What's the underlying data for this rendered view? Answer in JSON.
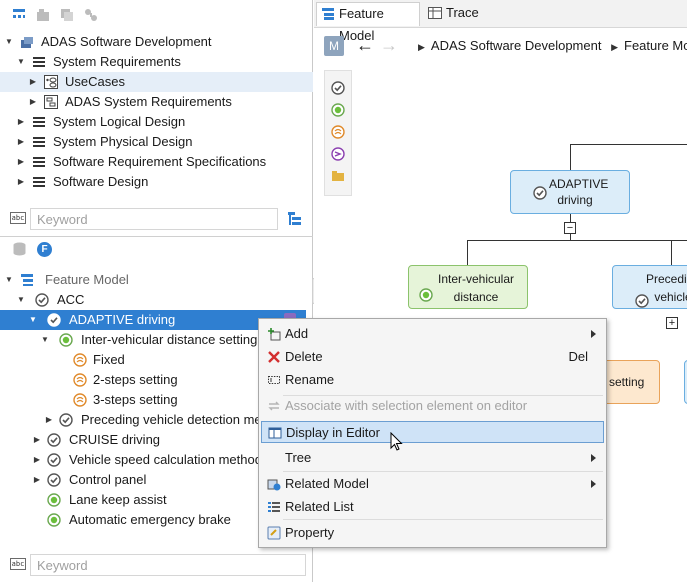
{
  "left_top_tree": {
    "root": "ADAS Software Development",
    "items": [
      {
        "label": "System Requirements"
      },
      {
        "label": "UseCases"
      },
      {
        "label": "ADAS System Requirements"
      },
      {
        "label": "System Logical Design"
      },
      {
        "label": "System Physical Design"
      },
      {
        "label": "Software Requirement Specifications"
      },
      {
        "label": "Software Design"
      }
    ]
  },
  "search_top": {
    "placeholder": "Keyword"
  },
  "left_bottom_tree": {
    "badge": "F",
    "root": "Feature Model",
    "items": [
      {
        "label": "ACC"
      },
      {
        "label": "ADAPTIVE driving"
      },
      {
        "label": "Inter-vehicular distance setting"
      },
      {
        "label": "Fixed"
      },
      {
        "label": "2-steps setting"
      },
      {
        "label": "3-steps setting"
      },
      {
        "label": "Preceding vehicle detection method"
      },
      {
        "label": "CRUISE driving"
      },
      {
        "label": "Vehicle speed calculation method"
      },
      {
        "label": "Control panel"
      },
      {
        "label": "Lane keep assist"
      },
      {
        "label": "Automatic emergency brake"
      }
    ]
  },
  "search_bottom": {
    "placeholder": "Keyword"
  },
  "editor": {
    "tabs": [
      {
        "label": "Feature Model"
      },
      {
        "label": "Trace"
      }
    ],
    "m_button": "M",
    "breadcrumb": [
      "ADAS Software Development",
      "Feature Mo"
    ],
    "nodes": {
      "adaptive": "ADAPTIVE driving",
      "inter": "Inter-vehicular distance setting",
      "preceding": "Preceding vehicle detection",
      "setting": "setting"
    }
  },
  "context_menu": {
    "items": [
      {
        "label": "Add"
      },
      {
        "label": "Delete",
        "shortcut": "Del"
      },
      {
        "label": "Rename"
      },
      {
        "label": "Associate with selection element on editor"
      },
      {
        "label": "Display in Editor"
      },
      {
        "label": "Tree"
      },
      {
        "label": "Related Model"
      },
      {
        "label": "Related List"
      },
      {
        "label": "Property"
      }
    ]
  },
  "colors": {
    "selection": "#2f7fd1",
    "menu_highlight": "#cfe3f7",
    "node_blue": "#dcedf9",
    "node_green": "#e6f4d9",
    "node_orange": "#fde8cf"
  }
}
